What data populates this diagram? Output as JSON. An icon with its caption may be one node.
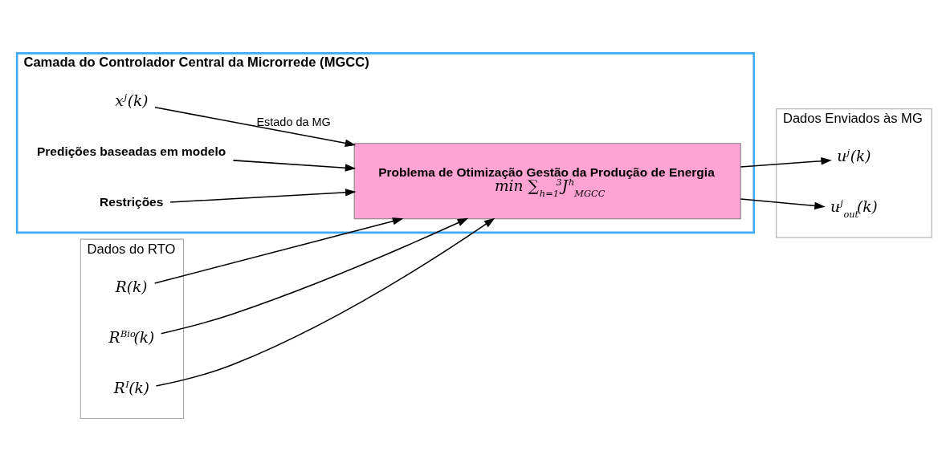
{
  "diagram": {
    "nodes": [
      {
        "text": [
          "Camada do Controlador Central da Microrrede (MGCC)"
        ]
      },
      {
        "text": [
          "Dados do RTO"
        ]
      },
      {
        "text": [
          "R(k)"
        ],
        "in": 1
      },
      {
        "text": [
          "R$^{Bio}$(k)"
        ],
        "in": 1
      },
      {
        "text": [
          "R$^{I}$(k)"
        ],
        "in": 1
      },
      {
        "text": [
          "x$^{j}$(k)"
        ],
        "in": 0
      },
      {
        "text": [
          "Problema de Otimização Gestão da Produção de Energia",
          "min ∑$_{h=1}$$^{3}$J$^{h}$$_{MGCC}$"
        ],
        "in": 0
      },
      {
        "text": [
          "Predições baseadas em modelo"
        ],
        "in": 0
      },
      {
        "text": [
          "Restrições"
        ],
        "in": 0
      },
      {
        "text": [
          "Dados Enviados às MG"
        ]
      },
      {
        "text": [
          "u$^{j}$(k)"
        ],
        "in": 9
      },
      {
        "text": [
          "u$^{j}$$_{out}$(k)"
        ],
        "in": 9
      }
    ],
    "edges": [
      {
        "from": 2,
        "to": 6,
        "arrow": "to"
      },
      {
        "from": 3,
        "to": 6,
        "arrow": "to"
      },
      {
        "from": 4,
        "to": 6,
        "arrow": "to"
      },
      {
        "from": 5,
        "to": 6,
        "arrow": "to",
        "label": "Estado da MG"
      },
      {
        "from": 6,
        "to": 10,
        "arrow": "to"
      },
      {
        "from": 6,
        "to": 11,
        "arrow": "to"
      },
      {
        "from": 7,
        "to": 6,
        "arrow": "to"
      },
      {
        "from": 8,
        "to": 6,
        "arrow": "to"
      }
    ]
  }
}
